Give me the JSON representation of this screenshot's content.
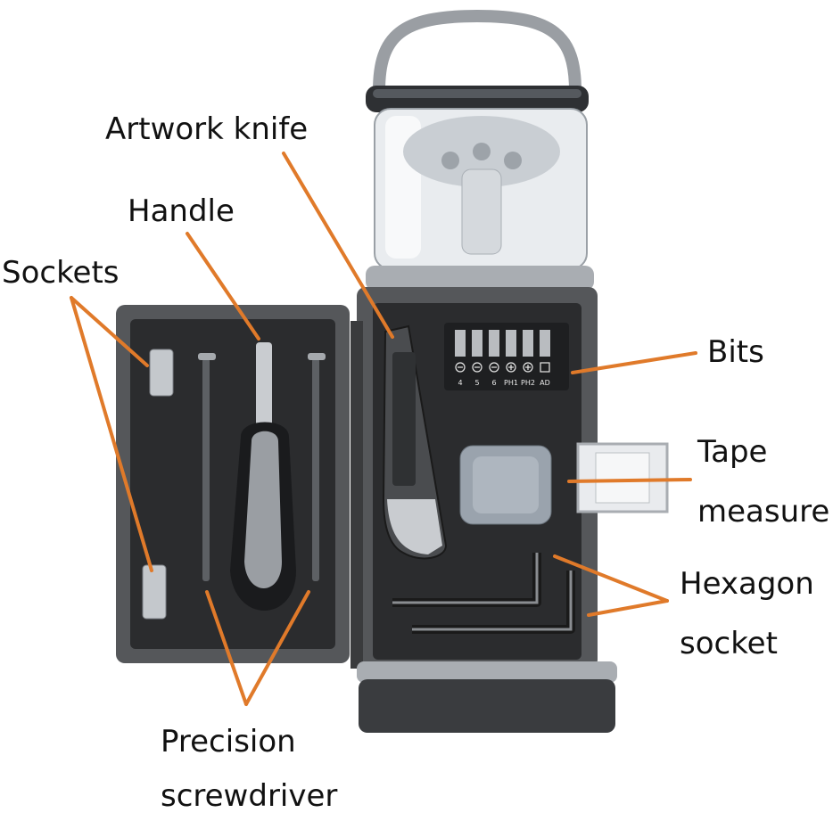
{
  "labels": {
    "artwork_knife": "Artwork knife",
    "handle": "Handle",
    "sockets": "Sockets",
    "bits": "Bits",
    "tape_line1": "Tape",
    "tape_line2": "measure",
    "hex_line1": "Hexagon",
    "hex_line2": "socket",
    "precision_line1": "Precision",
    "precision_line2": "screwdriver"
  },
  "bit_labels": [
    "4",
    "5",
    "6",
    "PH1",
    "PH2",
    "AD"
  ],
  "colors": {
    "leader_line": "#e07a2a",
    "case_body": "#55575a",
    "case_inner": "#2b2c2e",
    "lantern_top": "#7b7e82",
    "tape": "#9aa3ad"
  }
}
